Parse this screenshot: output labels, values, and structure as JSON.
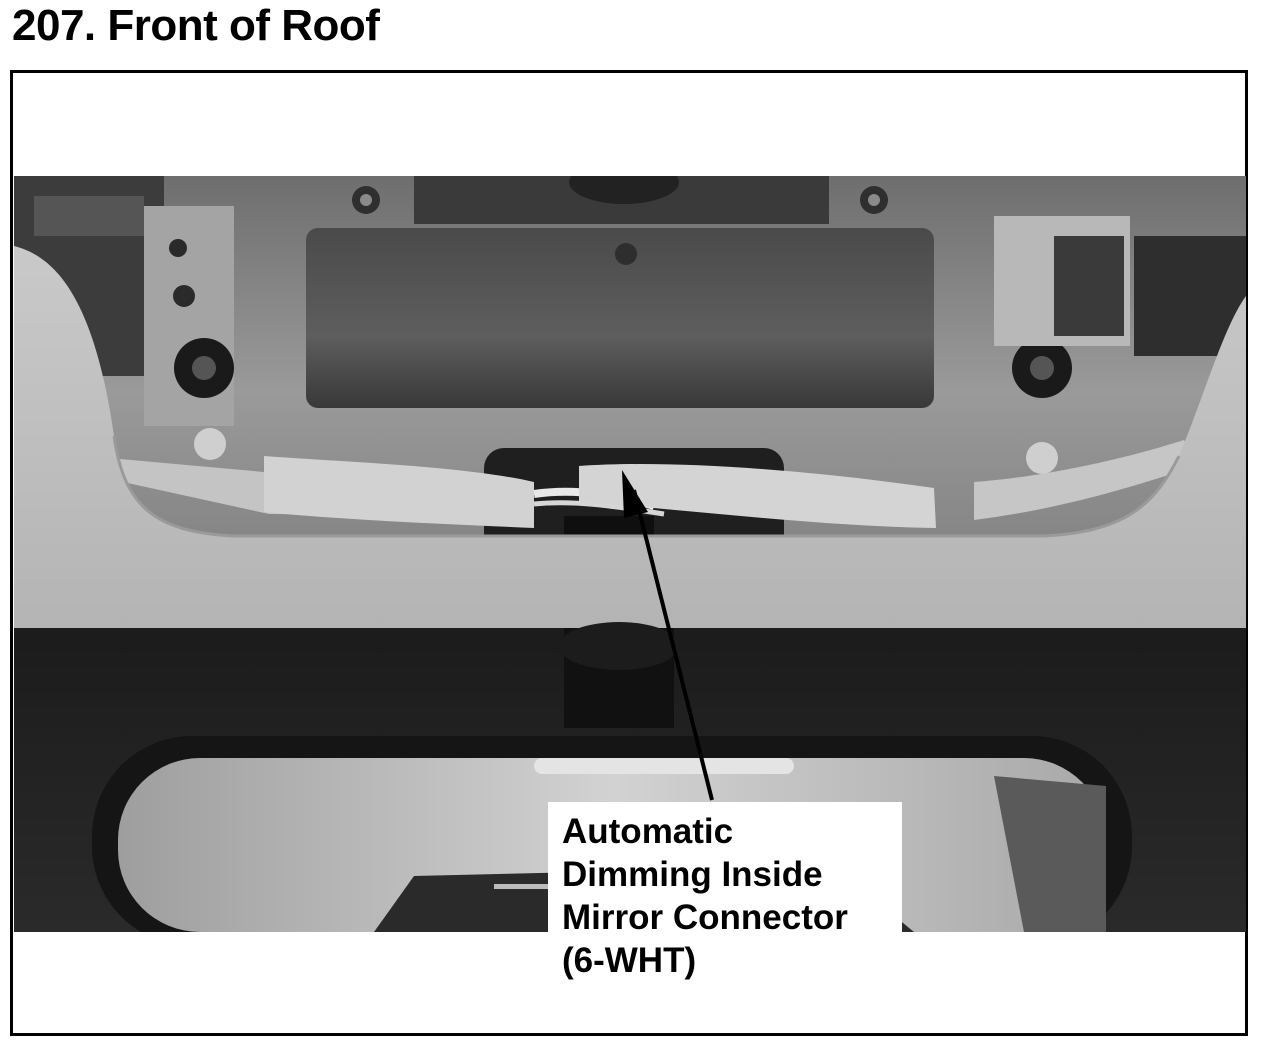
{
  "title": "207. Front of Roof",
  "callout": {
    "line1": "Automatic",
    "line2": "Dimming Inside",
    "line3": "Mirror Connector",
    "line4": "(6-WHT)"
  },
  "colors": {
    "text": "#000000",
    "background": "#ffffff"
  }
}
